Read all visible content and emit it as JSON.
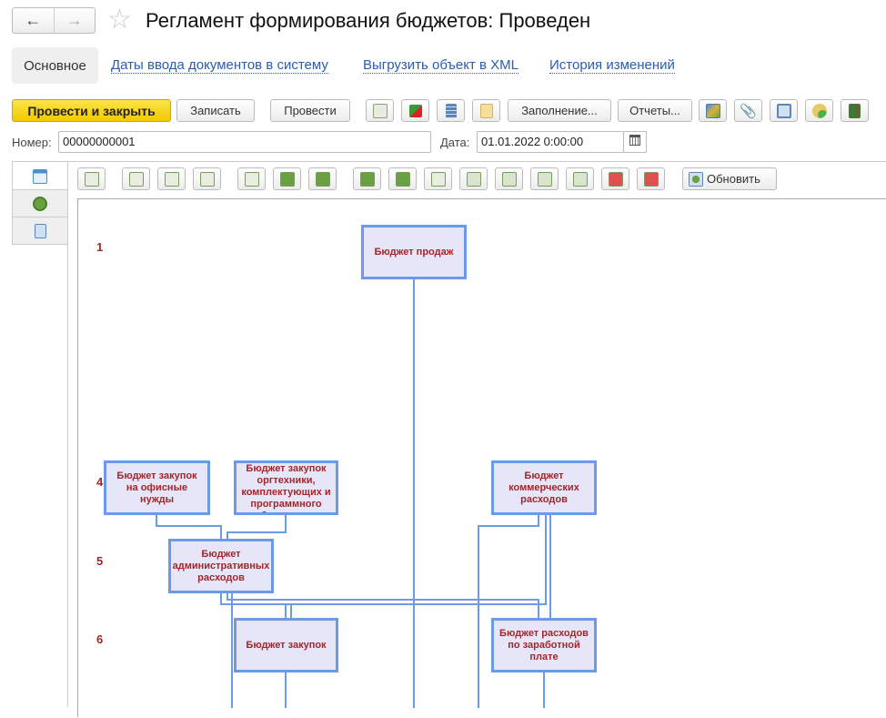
{
  "header": {
    "title": "Регламент формирования бюджетов: Проведен",
    "back_icon": "←",
    "forward_icon": "→",
    "favorite_icon": "☆"
  },
  "tabs": [
    {
      "label": "Основное"
    },
    {
      "label": "Даты ввода документов в систему"
    },
    {
      "label": "Выгрузить объект в XML"
    },
    {
      "label": "История изменений"
    }
  ],
  "toolbar": {
    "post_close": "Провести и закрыть",
    "write": "Записать",
    "post": "Провести",
    "fill": "Заполнение...",
    "reports": "Отчеты..."
  },
  "form": {
    "number_label": "Номер:",
    "number_value": "00000000001",
    "date_label": "Дата:",
    "date_value": "01.01.2022  0:00:00"
  },
  "diagram_toolbar": {
    "refresh": "Обновить"
  },
  "diagram": {
    "rows": [
      "1",
      "4",
      "5",
      "6"
    ],
    "nodes": {
      "sales": "Бюджет продаж",
      "office": "Бюджет закупок на офисные нужды",
      "orgtech": "Бюджет закупок оргтехники, комплектующих и программного обеспечения",
      "admin": "Бюджет административных расходов",
      "commercial": "Бюджет коммерческих расходов",
      "purchases": "Бюджет закупок",
      "salary": "Бюджет расходов по заработной плате"
    },
    "colors": {
      "node_fill": "#e6e6f8",
      "node_border": "#6a9be8",
      "text": "#a3262a"
    }
  }
}
